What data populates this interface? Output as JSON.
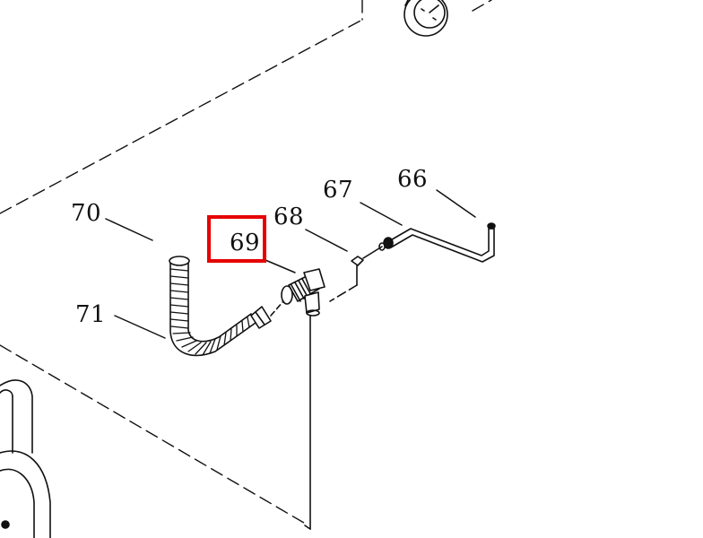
{
  "diagram": {
    "callouts": {
      "c66": "66",
      "c67": "67",
      "c68": "68",
      "c69": "69",
      "c70": "70",
      "c71": "71"
    },
    "highlighted_callout": "69",
    "colors": {
      "line": "#111111",
      "highlight": "#e60000",
      "background": "#ffffff"
    }
  }
}
